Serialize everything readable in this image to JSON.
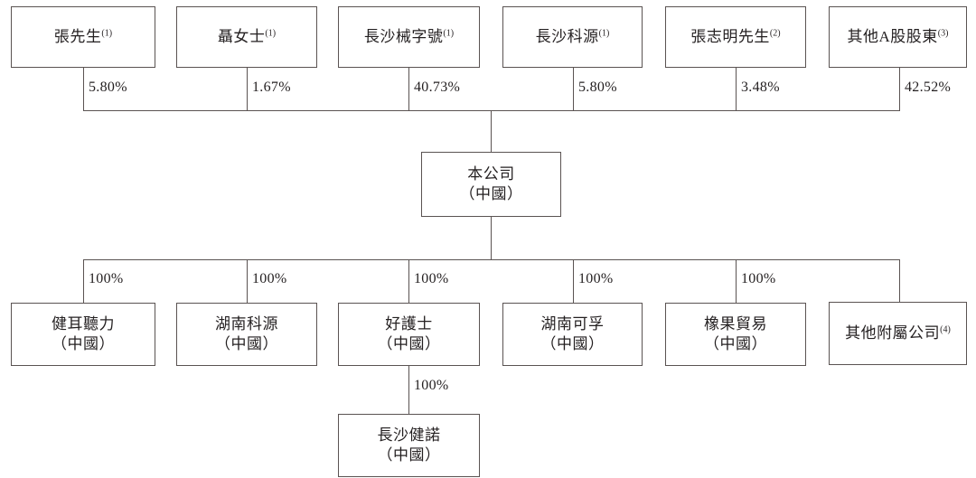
{
  "diagram": {
    "title": "Shareholding and corporate structure chart",
    "language": "zh-Hant",
    "line_color": "#5a5352",
    "text_color": "#231f20",
    "background": "#ffffff"
  },
  "shareholders": [
    {
      "name": "張先生",
      "footnote": "(1)",
      "percent": "5.80%"
    },
    {
      "name": "聶女士",
      "footnote": "(1)",
      "percent": "1.67%"
    },
    {
      "name": "長沙械字號",
      "footnote": "(1)",
      "percent": "40.73%"
    },
    {
      "name": "長沙科源",
      "footnote": "(1)",
      "percent": "5.80%"
    },
    {
      "name": "張志明先生",
      "footnote": "(2)",
      "percent": "3.48%"
    },
    {
      "name": "其他A股股東",
      "footnote": "(3)",
      "percent": "42.52%"
    }
  ],
  "company": {
    "name": "本公司",
    "jurisdiction": "（中國）",
    "footnote": ""
  },
  "subsidiaries": [
    {
      "name": "健耳聽力",
      "jurisdiction": "（中國）",
      "footnote": "",
      "percent": "100%"
    },
    {
      "name": "湖南科源",
      "jurisdiction": "（中國）",
      "footnote": "",
      "percent": "100%"
    },
    {
      "name": "好護士",
      "jurisdiction": "（中國）",
      "footnote": "",
      "percent": "100%"
    },
    {
      "name": "湖南可孚",
      "jurisdiction": "（中國）",
      "footnote": "",
      "percent": "100%"
    },
    {
      "name": "橡果貿易",
      "jurisdiction": "（中國）",
      "footnote": "",
      "percent": "100%"
    },
    {
      "name": "其他附屬公司",
      "jurisdiction": "",
      "footnote": "(4)",
      "percent": ""
    }
  ],
  "sub_subsidiary": {
    "name": "長沙健諾",
    "jurisdiction": "（中國）",
    "footnote": "",
    "percent": "100%",
    "parent": "好護士"
  }
}
